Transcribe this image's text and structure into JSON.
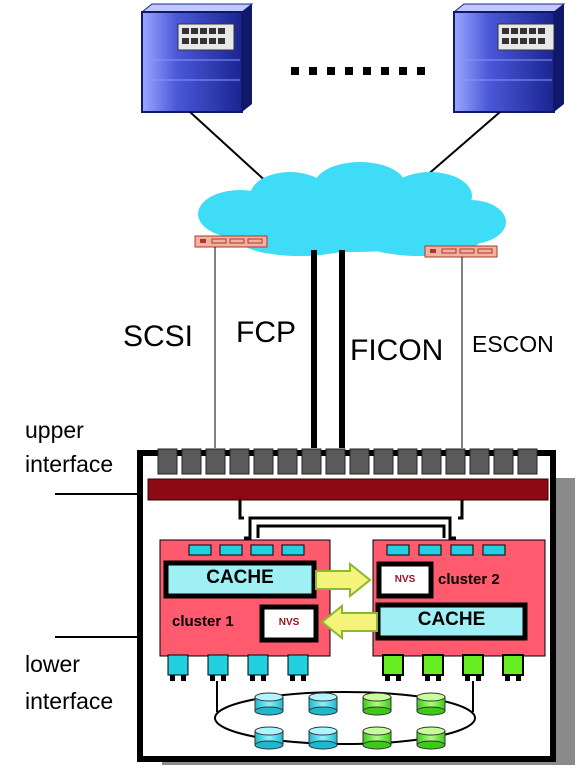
{
  "connections": {
    "scsi": "SCSI",
    "fcp": "FCP",
    "ficon": "FICON",
    "escon": "ESCON"
  },
  "side_labels": {
    "upper_line1": "upper",
    "upper_line2": "interface",
    "lower_line1": "lower",
    "lower_line2": "interface"
  },
  "cluster1": {
    "label": "cluster 1",
    "cache": "CACHE",
    "nvs": "NVS"
  },
  "cluster2": {
    "label": "cluster 2",
    "cache": "CACHE",
    "nvs": "NVS"
  },
  "ellipsis": "........",
  "colors": {
    "cloud": "#3fdcf8",
    "cluster_fill": "#ff5a6e",
    "cache_fill": "#9ef0f4",
    "arrow_fill": "#f4f47a",
    "bus_bar": "#8b0a14",
    "adapter_cyan": "#22d0e0",
    "adapter_green": "#66ee22",
    "server_blue": "#3848c8",
    "nvs_text": "#a01020"
  }
}
